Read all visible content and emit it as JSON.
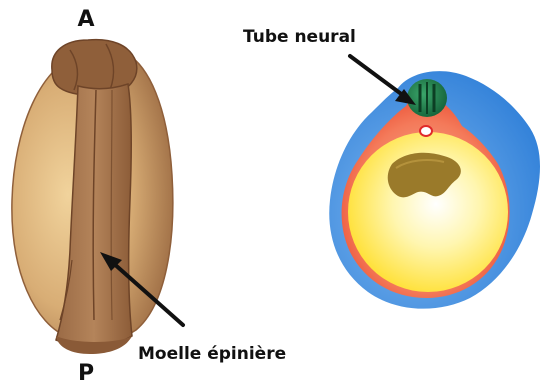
{
  "labels": {
    "anterior": "A",
    "posterior": "P",
    "neural_tube": "Tube neural",
    "spinal_cord": "Moelle épinière"
  },
  "colors": {
    "embryo_light": "#f1d39c",
    "embryo_mid": "#c99a63",
    "embryo_dark": "#8f5f3a",
    "ectoderm": "#3e8fe0",
    "ectoderm_light": "#7fb8f0",
    "mesoderm": "#ef5a3c",
    "mesoderm_light": "#f7a58a",
    "yolk_outer": "#ffe34a",
    "yolk_inner": "#ffffff",
    "cavity": "#9a7a2a",
    "neural_tube": "#1f7a4a",
    "notochord": "#e02a2a",
    "arrow": "#111111"
  }
}
